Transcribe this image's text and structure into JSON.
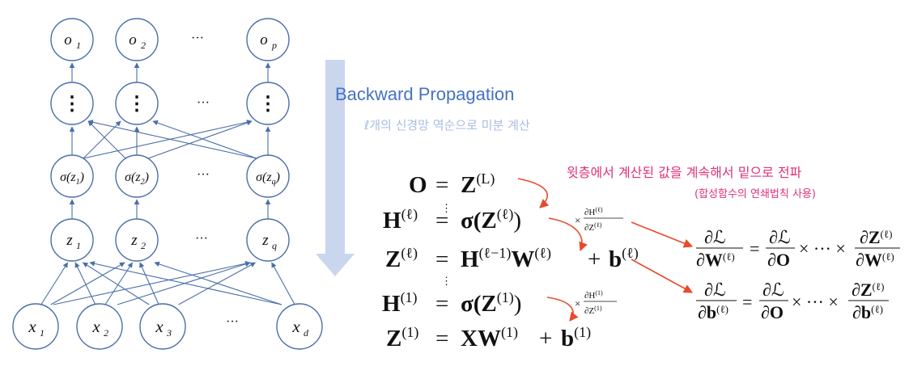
{
  "network": {
    "output_nodes": [
      {
        "base": "o",
        "sub": "1"
      },
      {
        "base": "o",
        "sub": "2"
      },
      {
        "base": "o",
        "sub": "p"
      }
    ],
    "vdots": "⋮",
    "sigma_nodes": [
      {
        "pre": "σ(",
        "base": "z",
        "sub": "1",
        "post": ")"
      },
      {
        "pre": "σ(",
        "base": "z",
        "sub": "2",
        "post": ")"
      },
      {
        "pre": "σ(",
        "base": "z",
        "sub": "q",
        "post": ")"
      }
    ],
    "z_nodes": [
      {
        "base": "z",
        "sub": "1"
      },
      {
        "base": "z",
        "sub": "2"
      },
      {
        "base": "z",
        "sub": "q"
      }
    ],
    "input_nodes": [
      {
        "base": "x",
        "sub": "1"
      },
      {
        "base": "x",
        "sub": "2"
      },
      {
        "base": "x",
        "sub": "3"
      },
      {
        "base": "x",
        "sub": "d"
      }
    ],
    "ellipsis": "···"
  },
  "header": {
    "title": "Backward Propagation",
    "subtitle": "ℓ개의 신경망 역순으로 미분 계산"
  },
  "note": {
    "line1": "윗층에서 계산된 값을 계속해서 밑으로 전파",
    "line2": "(합성함수의 연쇄법칙 사용)"
  },
  "equations": {
    "row1": {
      "lhs": "O",
      "eq": "=",
      "rhs": "Z",
      "sup": "(L)"
    },
    "row2": {
      "lhs": "H",
      "lsup": "(ℓ)",
      "eq": "=",
      "rhs": "σ(Z",
      "rsup": "(ℓ)",
      "tail": ")"
    },
    "row3": {
      "lhs": "Z",
      "lsup": "(ℓ)",
      "eq": "=",
      "h": "H",
      "hsup": "(ℓ−1)",
      "w": "W",
      "wsup": "(ℓ)",
      "plus": "+",
      "b": "b",
      "bsup": "(ℓ)"
    },
    "row4": {
      "lhs": "H",
      "lsup": "(1)",
      "eq": "=",
      "rhs": "σ(Z",
      "rsup": "(1)",
      "tail": ")"
    },
    "row5": {
      "lhs": "Z",
      "lsup": "(1)",
      "eq": "=",
      "xw": "XW",
      "xwsup": "(1)",
      "plus": "+",
      "b": "b",
      "bsup": "(1)"
    },
    "vdots": "⋮",
    "mult1": {
      "times": "×",
      "num": "∂H",
      "numsup": "(ℓ)",
      "den": "∂Z",
      "densup": "(ℓ)"
    },
    "mult2": {
      "times": "×",
      "num": "∂H",
      "numsup": "(1)",
      "den": "∂Z",
      "densup": "(1)"
    }
  },
  "gradients": {
    "w": {
      "lhs_num": "∂ℒ",
      "lhs_den": "∂W",
      "lhs_densup": "(ℓ)",
      "eq": "=",
      "t1_num": "∂ℒ",
      "t1_den": "∂O",
      "mid": "× ··· ×",
      "t2_num": "∂Z",
      "t2_numsup": "(ℓ)",
      "t2_den": "∂W",
      "t2_densup": "(ℓ)"
    },
    "b": {
      "lhs_num": "∂ℒ",
      "lhs_den": "∂b",
      "lhs_densup": "(ℓ)",
      "eq": "=",
      "t1_num": "∂ℒ",
      "t1_den": "∂O",
      "mid": "× ··· ×",
      "t2_num": "∂Z",
      "t2_numsup": "(ℓ)",
      "t2_den": "∂b",
      "t2_densup": "(ℓ)"
    }
  },
  "colors": {
    "edge": "#4a6fa8",
    "title": "#4472c4",
    "subtitle": "#a9bde0",
    "big_arrow": "#c9d6ee",
    "note": "#e0317a",
    "red_arrow": "#e84a2a"
  }
}
